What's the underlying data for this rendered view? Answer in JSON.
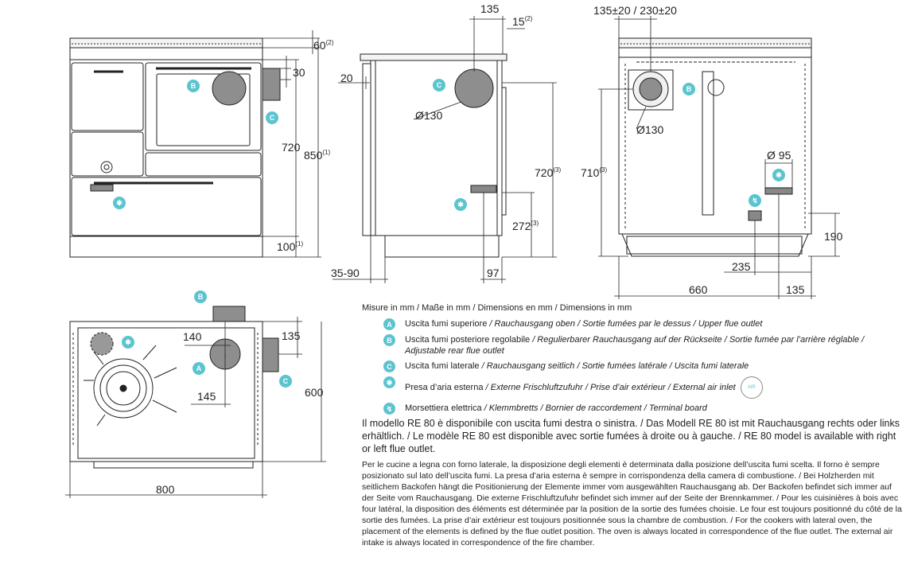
{
  "front_view": {
    "dim_top_right": "60",
    "dim_top_right_sup": "(2)",
    "dim_flue_side": "30",
    "dim_height_720": "720",
    "dim_height_850": "850",
    "dim_height_850_sup": "(1)",
    "dim_base_100": "100",
    "dim_base_100_sup": "(1)",
    "badge_b": "B",
    "badge_c": "C",
    "badge_air": "✱"
  },
  "side_view": {
    "dim_135": "135",
    "dim_15": "15",
    "dim_15_sup": "(2)",
    "dim_20": "20",
    "dim_d130": "Ø130",
    "dim_720": "720",
    "dim_720_sup": "(3)",
    "dim_272": "272",
    "dim_272_sup": "(3)",
    "dim_35_90": "35-90",
    "dim_97": "97",
    "badge_c": "C",
    "badge_air": "✱"
  },
  "rear_view": {
    "dim_top": "135±20 / 230±20",
    "dim_d130": "Ø130",
    "dim_710": "710",
    "dim_710_sup": "(3)",
    "dim_d95": "Ø 95",
    "dim_190": "190",
    "dim_235": "235",
    "dim_660": "660",
    "dim_135": "135",
    "badge_b": "B",
    "badge_air": "✱",
    "badge_term": "↯"
  },
  "top_view": {
    "dim_140": "140",
    "dim_135": "135",
    "dim_145": "145",
    "dim_600": "600",
    "dim_800": "800",
    "badge_a": "A",
    "badge_b": "B",
    "badge_c": "C",
    "badge_air": "✱"
  },
  "legend": {
    "units": "Misure in mm / Maße in mm / Dimensions en mm / Dimensions in mm",
    "items": [
      {
        "badge": "A",
        "text": "Uscita fumi superiore",
        "rest": " / Rauchausgang oben  / Sortie fumées par le dessus / Upper flue outlet"
      },
      {
        "badge": "B",
        "text": "Uscita fumi posteriore regolabile",
        "rest": " /  Regulierbarer Rauchausgang auf der Rückseite / Sortie fumée par l’arrière réglable / Adjustable rear flue outlet"
      },
      {
        "badge": "C",
        "text": "Uscita fumi laterale",
        "rest": " / Rauchausgang seitlich  / Sortie fumées latérale / Uscita fumi laterale"
      },
      {
        "badge": "✱",
        "text": "Presa d’aria esterna",
        "rest": " / Externe Frischluftzufuhr / Prise d’air extérieur / External air inlet"
      },
      {
        "badge": "↯",
        "text": "Morsettiera elettrica",
        "rest": " / Klemmbretts / Bornier de raccordement / Terminal board"
      }
    ],
    "air_logo": "AIR"
  },
  "note1": "Il modello RE 80 è disponibile con uscita fumi destra o sinistra. / Das Modell RE 80 ist mit Rauchausgang rechts oder links erhältlich. / Le modèle RE 80 est disponible avec sortie fumées à droite ou à gauche. / RE 80 model is available with right or left flue outlet.",
  "note2": "Per le cucine a legna con forno laterale, la disposizione degli elementi è determinata dalla posizione dell’uscita fumi scelta. Il forno è sempre posizionato sul lato dell’uscita fumi. La presa d’aria esterna è sempre in corrispondenza della camera di combustione. / Bei Holzherden mit seitlichem Backofen hängt die Positionierung der Elemente immer vom ausgewählten Rauchausgang ab. Der Backofen befindet sich immer auf der Seite vom Rauchausgang. Die externe Frischluftzufuhr befindet sich immer auf der Seite der Brennkammer. / Pour les cuisinières à bois avec four latéral, la disposition des éléments est déterminée par la position de la sortie des fumées choisie. Le four est toujours positionné du côté de la sortie des fumées. La prise d’air extérieur est toujours positionnée sous la chambre de combustion. / For the cookers with lateral oven, the placement of the elements is defined by the flue outlet position. The oven is always located in correspondence of the flue outlet. The external air intake is always located in correspondence of the fire chamber.",
  "colors": {
    "accent": "#5bc4cf",
    "metal": "#9a9a9a",
    "line": "#222222"
  }
}
